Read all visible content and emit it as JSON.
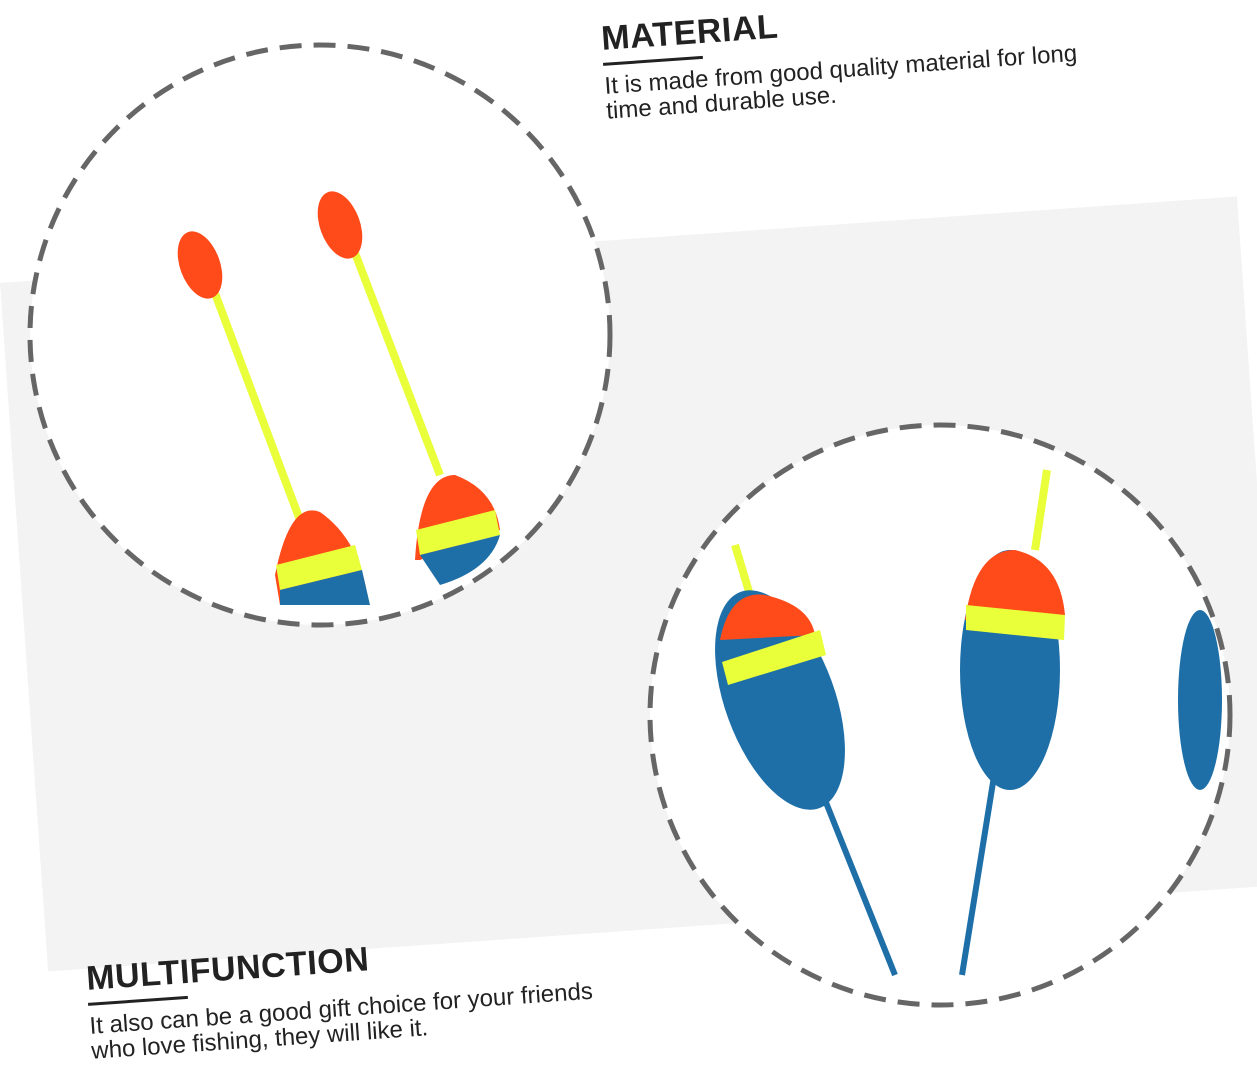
{
  "material": {
    "title": "MATERIAL",
    "text": "It is made from good quality material for long time and durable use."
  },
  "multifunction": {
    "title": "MULTIFUNCTION",
    "text": "It also can be a good gift choice for your friends who love fishing, they will like it."
  },
  "colors": {
    "orange": "#ff4a1a",
    "yellow": "#e8ff3a",
    "blue": "#1e6fa8",
    "dash": "#666666"
  }
}
